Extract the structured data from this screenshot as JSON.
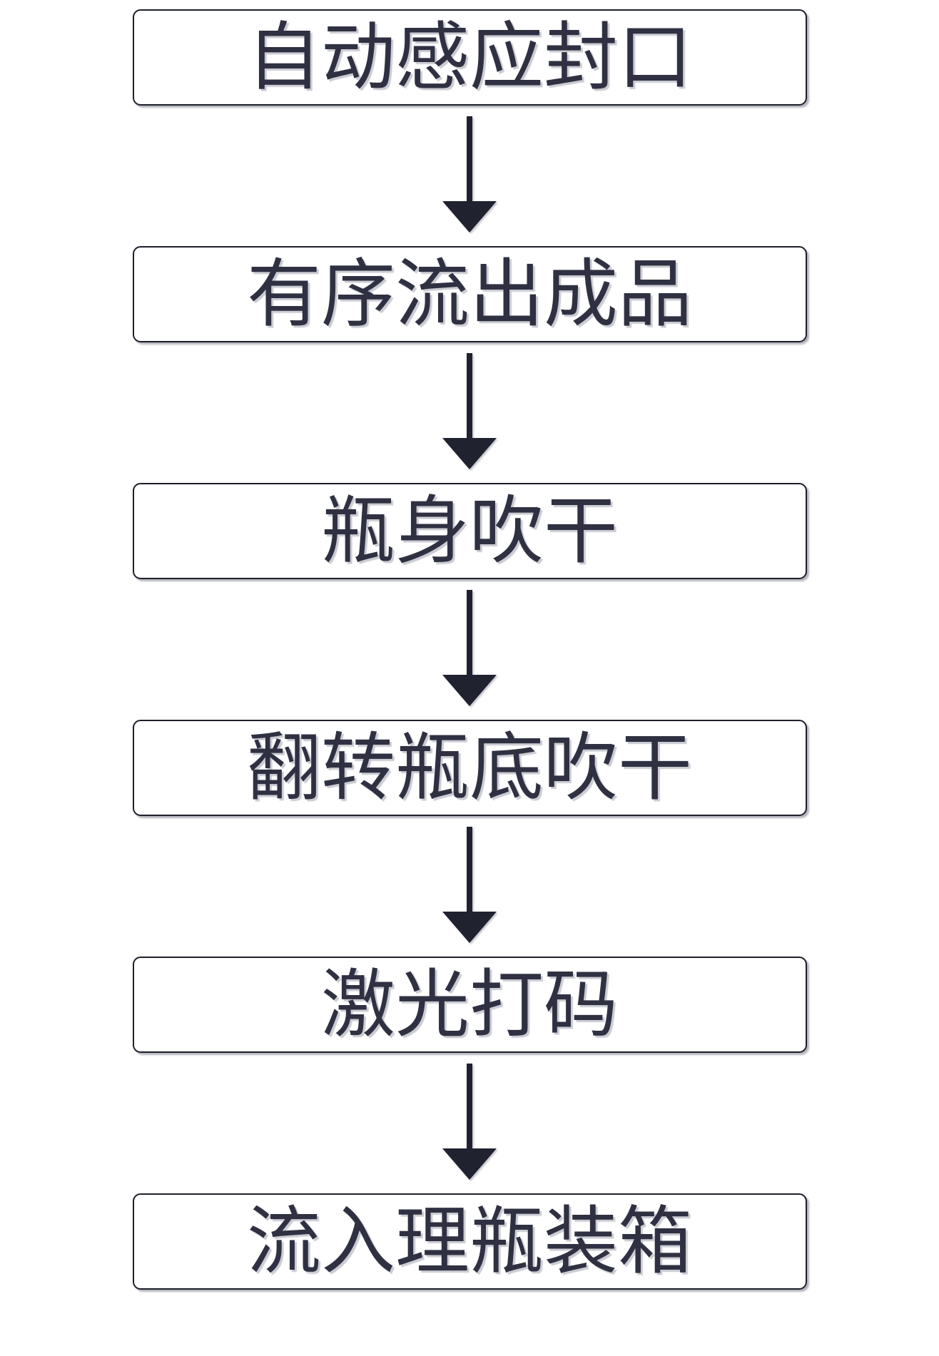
{
  "diagram": {
    "type": "flowchart",
    "direction": "top-down",
    "steps": [
      "自动感应封口",
      "有序流出成品",
      "瓶身吹干",
      "翻转瓶底吹干",
      "激光打码",
      "流入理瓶装箱"
    ],
    "colors": {
      "background": "#ffffff",
      "box_fill": "#ffffff",
      "box_border": "#1d1f2b",
      "text": "#2f3142",
      "arrow": "#20222f",
      "shadow": "#a0a2af"
    }
  }
}
